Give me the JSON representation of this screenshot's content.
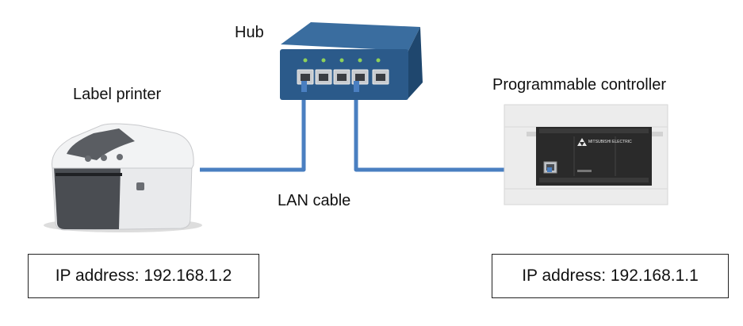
{
  "labels": {
    "hub": "Hub",
    "printer": "Label printer",
    "controller": "Programmable controller",
    "cable": "LAN cable"
  },
  "printer_ip": "IP address: 192.168.1.2",
  "controller_ip": "IP address: 192.168.1.1",
  "controller_brand": "MITSUBISHI ELECTRIC",
  "colors": {
    "cable": "#4a7fc1",
    "hub_body": "#2b5a8a",
    "hub_port_led": "#8fd15a",
    "printer_dark": "#4a4d52",
    "printer_light": "#e9eaec",
    "controller_panel": "#ececec",
    "controller_unit": "#2a2a2a"
  }
}
